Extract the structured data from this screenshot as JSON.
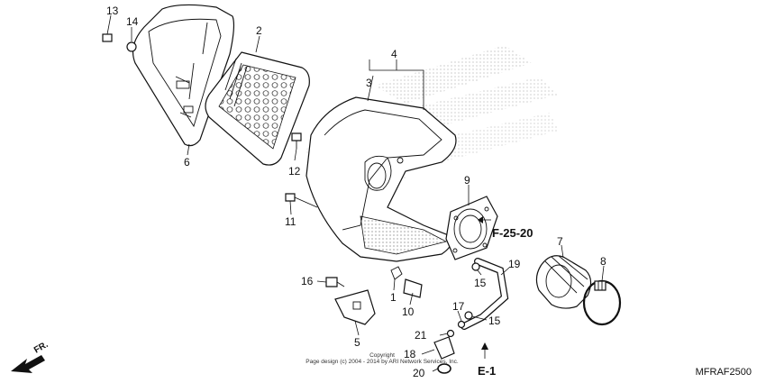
{
  "diagram": {
    "callouts": [
      "1",
      "2",
      "3",
      "4",
      "5",
      "6",
      "7",
      "8",
      "9",
      "10",
      "11",
      "12",
      "13",
      "14",
      "15",
      "15",
      "16",
      "17",
      "18",
      "19",
      "20",
      "21"
    ],
    "references": {
      "f_25_20": "F-25-20",
      "e_1": "E-1"
    },
    "direction_label": "FR.",
    "copyright_line1": "Copyright",
    "copyright_line2": "Page design (c) 2004 - 2014 by ARI Network Services, Inc.",
    "diagram_code": "MFRAF2500"
  }
}
